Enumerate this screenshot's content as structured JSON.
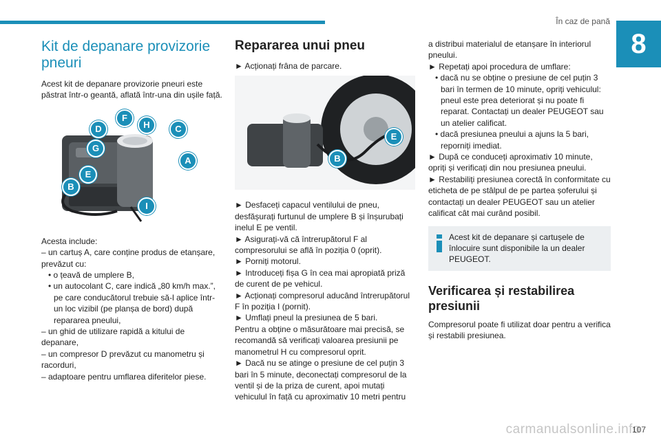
{
  "header": {
    "section_title": "În caz de pană",
    "chapter_number": "8"
  },
  "col1": {
    "title": "Kit de depanare provizorie pneuri",
    "intro": "Acest kit de depanare provizorie pneuri este păstrat într-o geantă, aflată într-una din ușile față.",
    "figure_labels": [
      "D",
      "F",
      "H",
      "C",
      "G",
      "A",
      "E",
      "B",
      "I"
    ],
    "includes_heading": "Acesta include:",
    "items": [
      "– un cartuș A, care conține produs de etanșare, prevăzut cu:",
      "• o țeavă de umplere B,",
      "• un autocolant C, care indică „80 km/h max.”, pe care conducătorul trebuie să-l aplice într-un loc vizibil (pe planșa de bord) după repararea pneului,",
      "– un ghid de utilizare rapidă a kitului de depanare,",
      "– un compresor D prevăzut cu manometru și racorduri,",
      "– adaptoare pentru umflarea diferitelor piese."
    ]
  },
  "col2": {
    "title": "Repararea unui pneu",
    "step1": "► Acționați frâna de parcare.",
    "figure_labels": [
      "E",
      "B"
    ],
    "steps": [
      "► Desfaceți capacul ventilului de pneu, desfășurați furtunul de umplere B și înșurubați inelul E pe ventil.",
      "► Asigurați-vă că întrerupătorul F al compresorului se află în poziția 0 (oprit).",
      "► Porniți motorul.",
      "► Introduceți fișa G în cea mai apropiată priză de curent de pe vehicul.",
      "► Acționați compresorul aducând întrerupătorul F în poziția I (pornit).",
      "► Umflați pneul la presiunea de 5 bari.",
      "Pentru a obține o măsurătoare mai precisă, se recomandă să verificați valoarea presiunii pe manometrul H cu compresorul oprit.",
      "► Dacă nu se atinge o presiune de cel puțin 3 bari în 5 minute, deconectați compresorul de la ventil și de la priza de curent, apoi mutați vehiculul în față cu aproximativ 10 metri pentru"
    ]
  },
  "col3": {
    "continued": "a distribui materialul de etanșare în interiorul pneului.",
    "steps": [
      "► Repetați apoi procedura de umflare:",
      "• dacă nu se obține o presiune de cel puțin 3 bari în termen de 10 minute, opriți vehiculul: pneul este prea deteriorat și nu poate fi reparat. Contactați un dealer PEUGEOT sau un atelier calificat.",
      "• dacă presiunea pneului a ajuns la 5 bari, reporniți imediat.",
      "► După ce conduceți aproximativ 10 minute, opriți și verificați din nou presiunea pneului.",
      "► Restabiliți presiunea corectă în conformitate cu eticheta de pe stâlpul de pe partea șoferului și contactați un dealer PEUGEOT sau un atelier calificat cât mai curând posibil."
    ],
    "info_note": "Acest kit de depanare și cartușele de înlocuire sunt disponibile la un dealer PEUGEOT.",
    "section_title": "Verificarea și restabilirea presiunii",
    "section_text": "Compresorul poate fi utilizat doar pentru a verifica și restabili presiunea."
  },
  "footer": {
    "page_number": "107",
    "watermark": "carmanualsonline.info"
  },
  "colors": {
    "accent": "#1b8fb8",
    "info_bg": "#eceff1"
  },
  "icons": [
    "info-icon"
  ]
}
